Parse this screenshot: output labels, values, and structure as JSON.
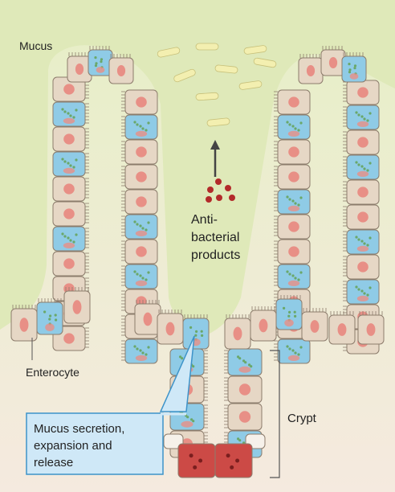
{
  "labels": {
    "mucus": "Mucus",
    "antibacterial_line1": "Anti-",
    "antibacterial_line2": "bacterial",
    "antibacterial_line3": "products",
    "enterocyte": "Enterocyte",
    "crypt": "Crypt",
    "callout_line1": "Mucus secretion,",
    "callout_line2": "expansion and",
    "callout_line3": "release"
  },
  "colors": {
    "mucus": "#c9dc8a",
    "lumen_bottom": "#f3e6dc",
    "enterocyte": "#e6d7c5",
    "goblet": "#8fcbe6",
    "nucleus": "#e88f86",
    "paneth": "#cc4a46",
    "bacteria": "#f3efb0",
    "callout_fill": "#cfe8f7",
    "callout_stroke": "#3d93c9"
  }
}
